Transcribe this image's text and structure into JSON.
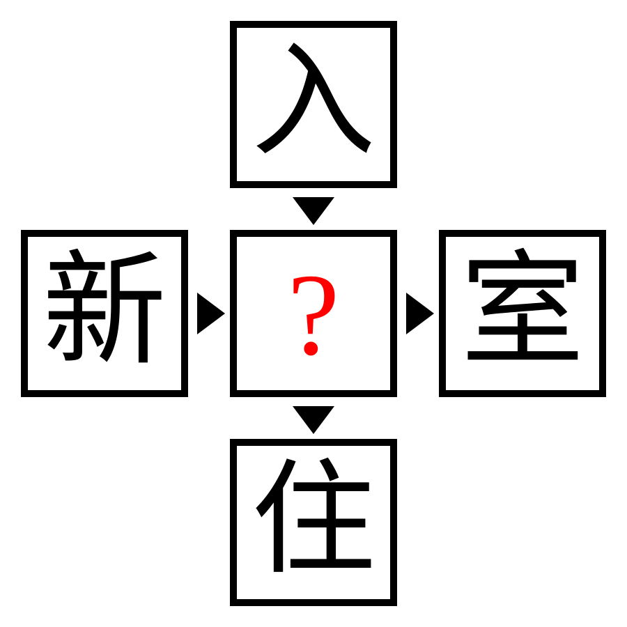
{
  "puzzle": {
    "top": "入",
    "left": "新",
    "center": "?",
    "right": "室",
    "bottom": "住"
  },
  "colors": {
    "glyph": "#000000",
    "answer_mark": "#ff0000",
    "border": "#000000",
    "arrow": "#000000",
    "background": "#ffffff"
  },
  "arrows": {
    "top_to_center": "triangle-down-icon",
    "left_to_center": "triangle-right-icon",
    "center_to_right": "triangle-right-icon",
    "center_to_bottom": "triangle-down-icon"
  }
}
